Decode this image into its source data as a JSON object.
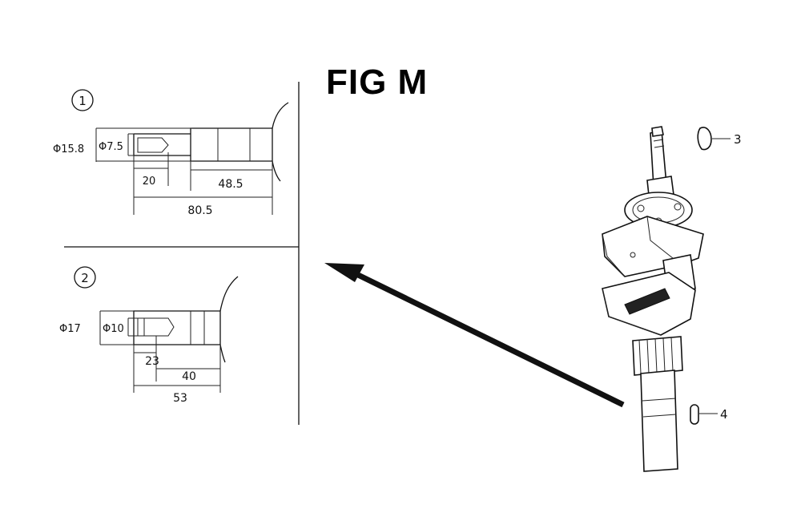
{
  "figure": {
    "title": "FIG M",
    "variants": [
      {
        "number": "1",
        "dims": {
          "outer_dia": "Φ15.8",
          "inner_dia": "Φ7.5",
          "short_len": "20",
          "mid_len": "48.5",
          "total_len": "80.5"
        }
      },
      {
        "number": "2",
        "dims": {
          "outer_dia": "Φ17",
          "inner_dia": "Φ10",
          "short_len": "23",
          "mid_len": "40",
          "total_len": "53"
        }
      }
    ],
    "callouts": [
      "3",
      "4"
    ]
  }
}
